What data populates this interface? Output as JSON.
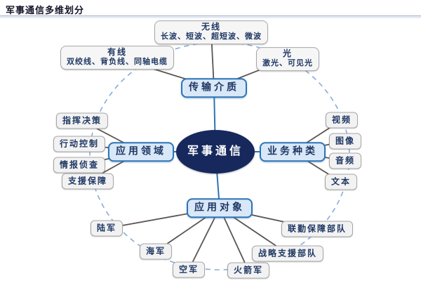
{
  "title": "军事通信多维划分",
  "diagram": {
    "center": "军事通信",
    "branches": [
      {
        "label": "传输介质",
        "children": [
          {
            "label": "无线",
            "sub": "长波、短波、超短波、微波"
          },
          {
            "label": "有线",
            "sub": "双绞线、背负线、同轴电缆"
          },
          {
            "label": "光",
            "sub": "激光、可见光"
          }
        ]
      },
      {
        "label": "应用领域",
        "children": [
          {
            "label": "指挥决策"
          },
          {
            "label": "行动控制"
          },
          {
            "label": "情报侦查"
          },
          {
            "label": "支援保障"
          }
        ]
      },
      {
        "label": "业务种类",
        "children": [
          {
            "label": "视频"
          },
          {
            "label": "图像"
          },
          {
            "label": "音频"
          },
          {
            "label": "文本"
          }
        ]
      },
      {
        "label": "应用对象",
        "children": [
          {
            "label": "陆军"
          },
          {
            "label": "海军"
          },
          {
            "label": "空军"
          },
          {
            "label": "火箭军"
          },
          {
            "label": "战略支援部队"
          },
          {
            "label": "联勤保障部队"
          }
        ]
      }
    ]
  },
  "colors": {
    "center_fill": "#16285c",
    "center_text": "#ffffff",
    "branch_fill": "#d9e8f8",
    "branch_border": "#2e74b5",
    "sub_fill": "#f2f2f2",
    "sub_border": "#a6a6a6",
    "node_text": "#1f3864",
    "connector_gray": "#5a5551",
    "connector_blue": "#2e74b5",
    "dashed_ring": "#85acdd",
    "title_text": "#15152a"
  }
}
